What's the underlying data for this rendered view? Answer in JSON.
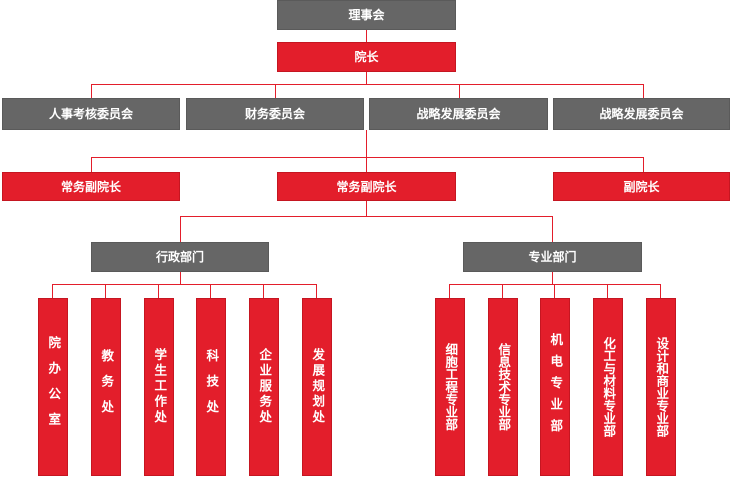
{
  "board": "理事会",
  "president": "院长",
  "committees": [
    "人事考核委员会",
    "财务委员会",
    "战略发展委员会",
    "战略发展委员会"
  ],
  "vice_presidents": [
    "常务副院长",
    "常务副院长",
    "副院长"
  ],
  "divisions": {
    "admin": {
      "label": "行政部门",
      "units": [
        "院办公室",
        "教务处",
        "学生工作处",
        "科技处",
        "企业服务处",
        "发展规划处"
      ]
    },
    "academic": {
      "label": "专业部门",
      "units": [
        "细胞工程专业部",
        "信息技术专业部",
        "机电专业部",
        "化工与材料专业部",
        "设计和商业专业部"
      ]
    }
  },
  "colors": {
    "gray": "#666666",
    "red": "#e31e2b",
    "line": "#e31e2b",
    "text": "#ffffff"
  }
}
